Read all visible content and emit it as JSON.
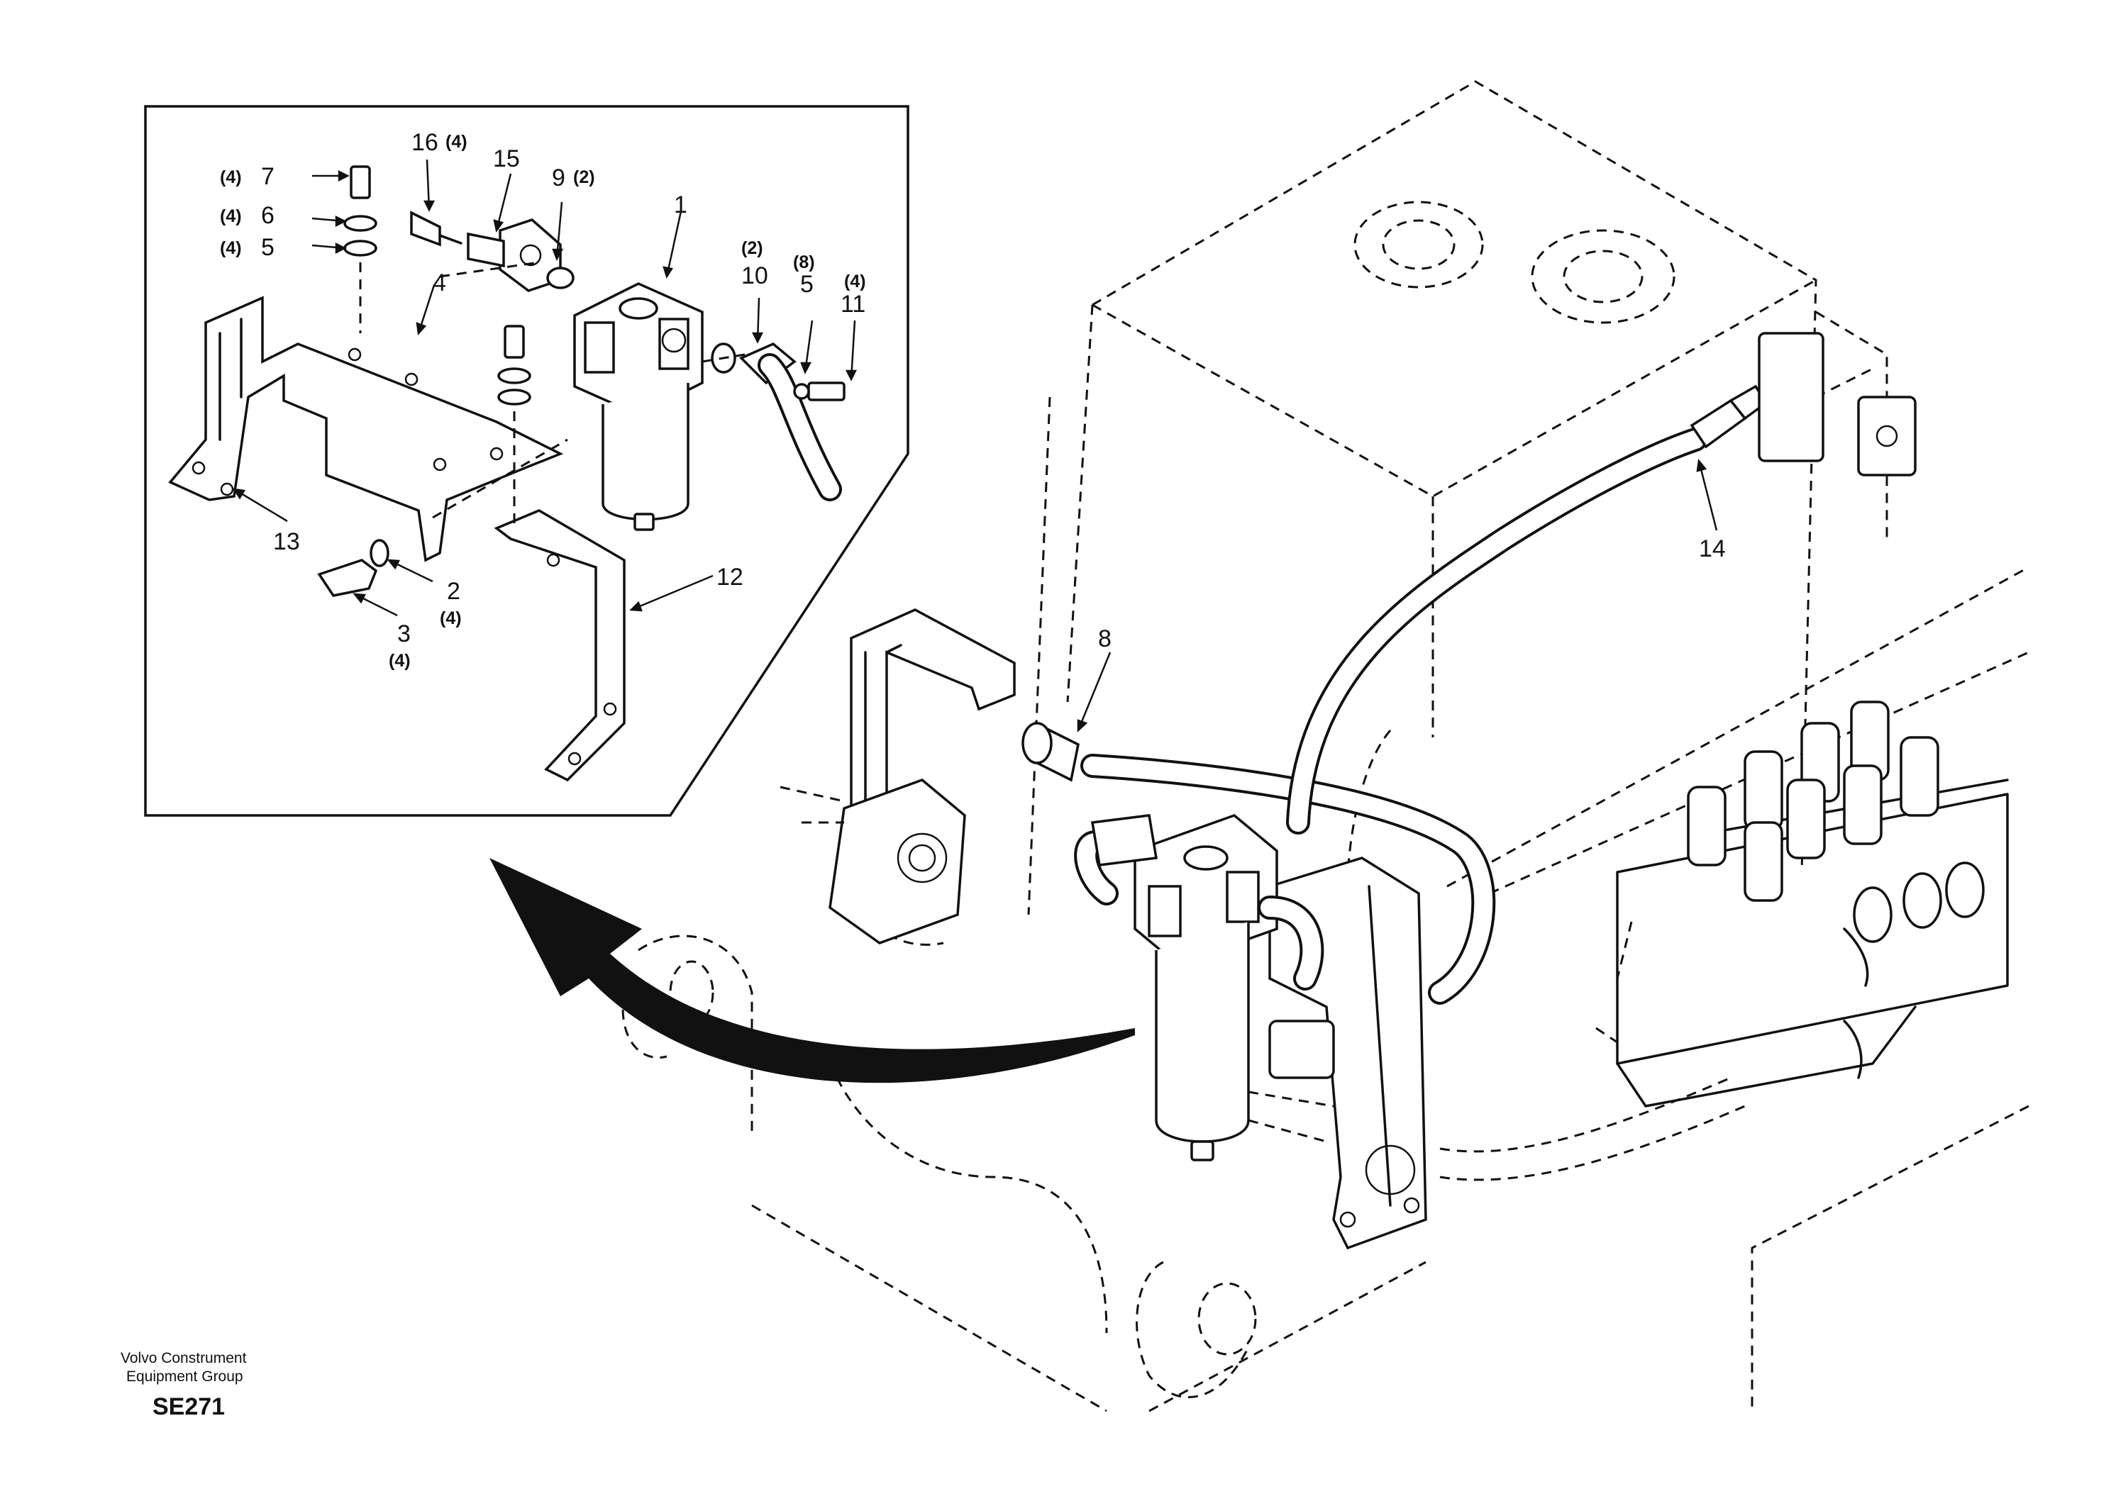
{
  "footer": {
    "company_line1": "Volvo Construment",
    "company_line2": "Equipment Group",
    "drawing_code": "SE271"
  },
  "callouts": {
    "c1": "1",
    "c2": "2",
    "c3": "3",
    "c4": "4",
    "c5a": "5",
    "c5b": "5",
    "c6": "6",
    "c7": "7",
    "c8": "8",
    "c9": "9",
    "c10": "10",
    "c11": "11",
    "c12": "12",
    "c13": "13",
    "c14": "14",
    "c15": "15",
    "c16": "16"
  },
  "quantities": {
    "q2": "(4)",
    "q3": "(4)",
    "q5a": "(4)",
    "q5b": "(8)",
    "q6": "(4)",
    "q7": "(4)",
    "q9": "(2)",
    "q10": "(2)",
    "q11": "(4)",
    "q16": "(4)"
  }
}
